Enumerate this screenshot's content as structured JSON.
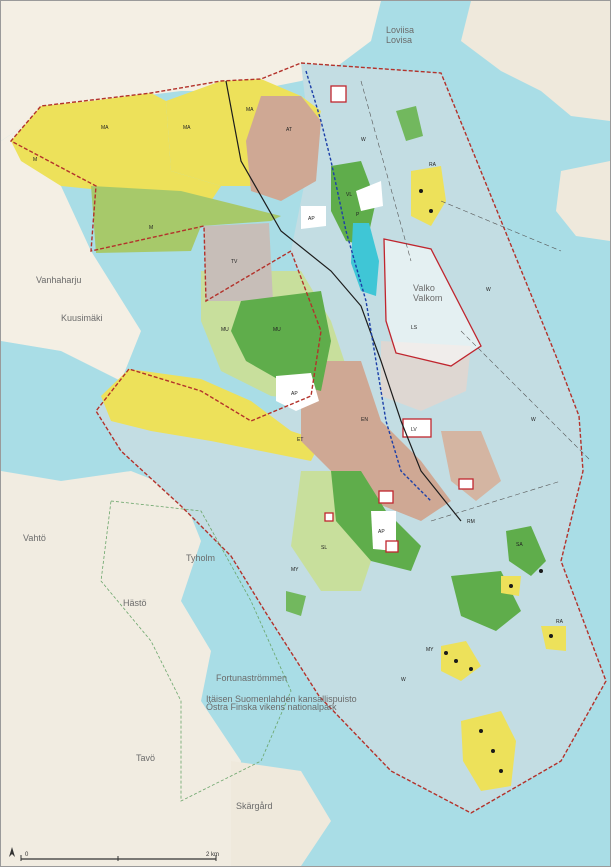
{
  "places": {
    "loviisa": "Loviisa\nLovisa",
    "valko": "Valko\nValkom",
    "haasi": "Hästö",
    "fyrholm": "Tyholm",
    "fortunan": "Fortunaströmmen",
    "natura_fi": "Itäisen Suomenlahden kansallispuisto",
    "natura_sv": "Östra Finska vikens nationalpark",
    "vahto": "Vahtö",
    "tavo": "Tavö",
    "vanvik": "Vanhaharju",
    "kuusikummen": "Kuusimäki",
    "skaldo": "Skärgård"
  },
  "zones": {
    "MA": "MA",
    "M": "M",
    "TV": "TV",
    "AP": "AP",
    "MU": "MU",
    "SL": "SL",
    "LV": "LV",
    "LS": "LS",
    "W": "W",
    "MY": "MY",
    "RA": "RA",
    "VL": "VL",
    "ET": "ET",
    "EN": "EN",
    "AT": "AT",
    "P": "P",
    "RM": "RM",
    "SA": "SA"
  },
  "scale": {
    "zero": "0",
    "label": "2 km"
  },
  "colors": {
    "water": "#a9dde6",
    "planning_water": "#c3dde3",
    "land": "#f6f1e6",
    "yellow": "#ede15a",
    "green": "#5fad4b",
    "lightgreen": "#c8df9c",
    "grey": "#c7beb8",
    "brown": "#cfa894",
    "boundary": "#b3322b"
  }
}
